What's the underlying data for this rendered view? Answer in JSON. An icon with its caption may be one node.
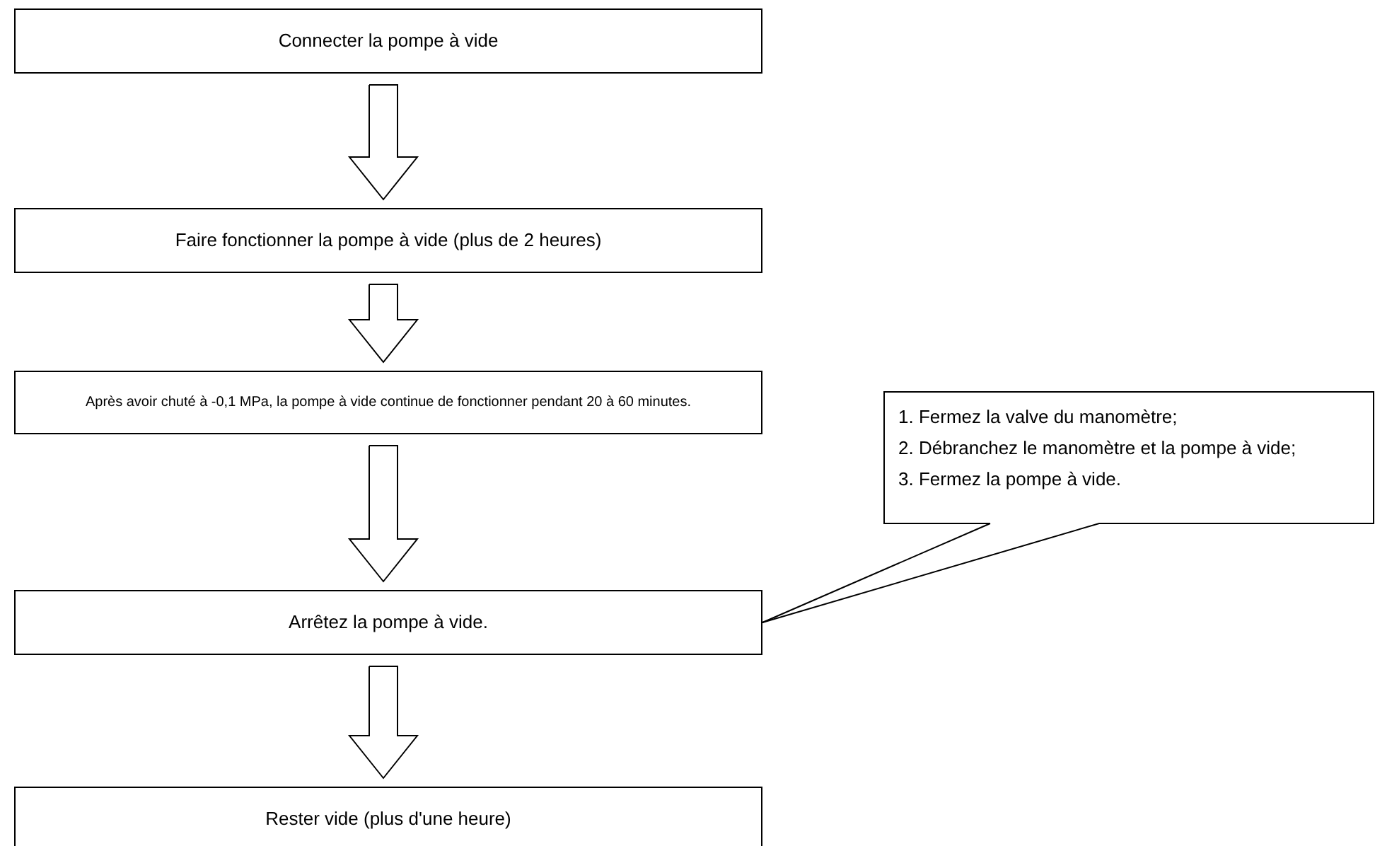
{
  "diagram": {
    "nodes": [
      {
        "text": [
          "Connecter la pompe à vide"
        ]
      },
      {
        "text": [
          "Faire fonctionner la pompe à vide (plus de 2 heures)"
        ]
      },
      {
        "text": [
          "Après avoir chuté à -0,1 MPa, la pompe à vide continue de fonctionner pendant 20 à 60 minutes."
        ]
      },
      {
        "text": [
          "Arrêtez la pompe à vide."
        ]
      },
      {
        "text": [
          "Rester vide (plus d'une heure)"
        ]
      },
      {
        "text": [
          "1. Fermez la valve du manomètre;",
          "2. Débranchez le manomètre et la pompe à vide;",
          "3. Fermez la pompe à vide."
        ]
      }
    ],
    "edges": [
      {
        "from": 0,
        "to": 1,
        "arrow": "to"
      },
      {
        "from": 1,
        "to": 2,
        "arrow": "to"
      },
      {
        "from": 2,
        "to": 3,
        "arrow": "to"
      },
      {
        "from": 3,
        "to": 4,
        "arrow": "to"
      },
      {
        "from": 5,
        "to": 3,
        "arrow": "none"
      }
    ]
  }
}
